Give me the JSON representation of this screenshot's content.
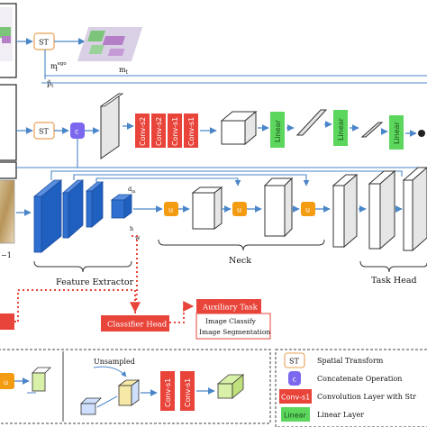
{
  "diagram": {
    "st_label": "ST",
    "c_label": "c",
    "u_label": "u",
    "m_ego_label": "m",
    "m_ego_sup": "ego",
    "m_ego_sub": "t",
    "p_hat_label": "p̂",
    "p_hat_sub": "t",
    "m_t_label": "m",
    "m_t_sub": "t",
    "conv_s2": "Conv-s2",
    "conv_s1": "Conv-s1",
    "linear": "Linear",
    "dim_dm": "d",
    "dim_dm_sub": "m",
    "dim_h": "h",
    "dim_w": "w",
    "left_index": "−1",
    "feature_extractor": "Feature Extractor",
    "neck": "Neck",
    "task_head": "Task Head",
    "classifier_head": "Classifier Head",
    "auxiliary_task": "Auxiliary Task",
    "aux_line1": "Image Classify",
    "aux_line2": "Image Segmentation",
    "unsampled": "Unsampled"
  },
  "legend": {
    "items": [
      {
        "symbol": "ST",
        "text": "Spatial Transform"
      },
      {
        "symbol": "c",
        "text": "Concatenate Operation"
      },
      {
        "symbol": "Conv-s1",
        "text": "Convolution Layer with Str"
      },
      {
        "symbol": "Linear",
        "text": "Linear Layer"
      }
    ]
  },
  "colors": {
    "arrow": "#4a86c8",
    "red_block": "#e8443a",
    "green_block": "#5cd65c",
    "purple": "#7b68ee",
    "orange": "#f39c12",
    "blue_feature": "#2e6fd0",
    "dashed_red": "#e8443a"
  }
}
